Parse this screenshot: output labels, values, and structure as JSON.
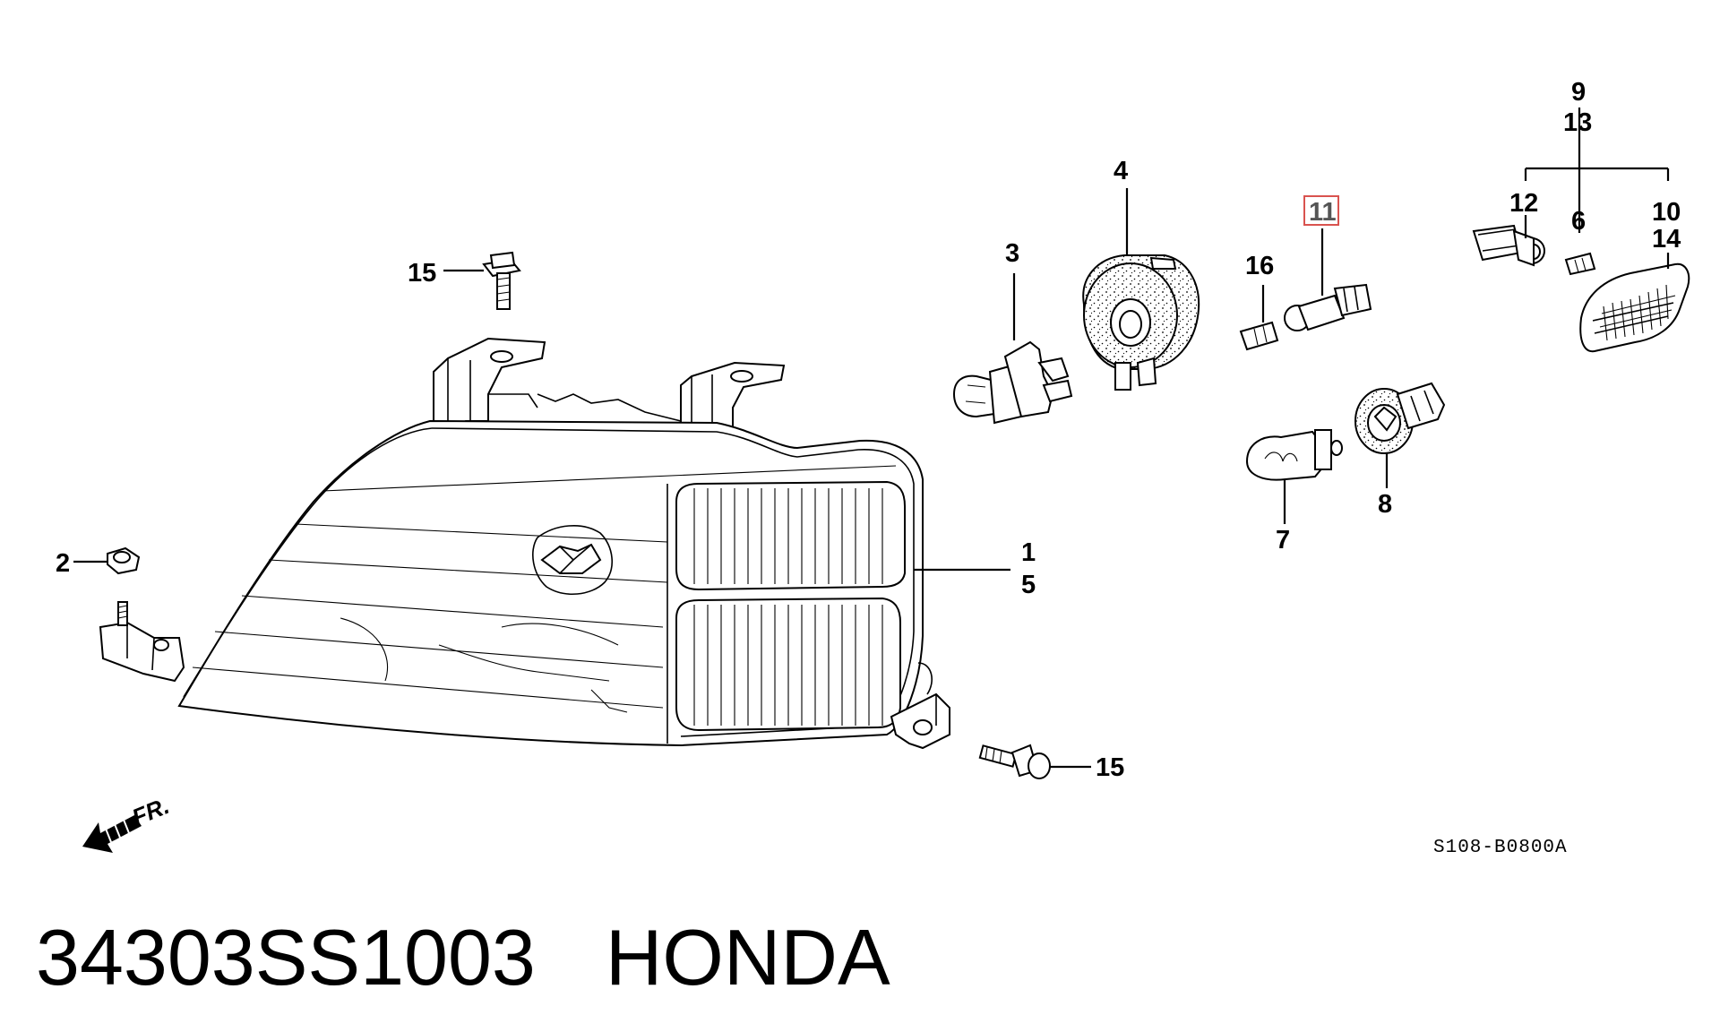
{
  "diagram": {
    "callouts": [
      {
        "id": "c1",
        "text": "1"
      },
      {
        "id": "c2",
        "text": "2"
      },
      {
        "id": "c3",
        "text": "3"
      },
      {
        "id": "c4",
        "text": "4"
      },
      {
        "id": "c5",
        "text": "5"
      },
      {
        "id": "c6",
        "text": "6"
      },
      {
        "id": "c7",
        "text": "7"
      },
      {
        "id": "c8",
        "text": "8"
      },
      {
        "id": "c9",
        "text": "9"
      },
      {
        "id": "c10",
        "text": "10"
      },
      {
        "id": "c11",
        "text": "11",
        "highlight": true
      },
      {
        "id": "c12",
        "text": "12"
      },
      {
        "id": "c13",
        "text": "13"
      },
      {
        "id": "c14",
        "text": "14"
      },
      {
        "id": "c15a",
        "text": "15"
      },
      {
        "id": "c15b",
        "text": "15"
      },
      {
        "id": "c16",
        "text": "16"
      }
    ],
    "direction_label": "FR.",
    "diagram_code": "S108-B0800A",
    "highlight_color": "#d9534f"
  },
  "footer": {
    "part_number": "34303SS1003",
    "brand": "HONDA"
  }
}
